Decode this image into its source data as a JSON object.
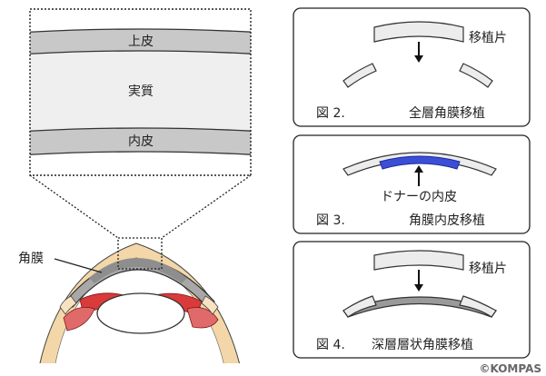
{
  "zoom": {
    "epithelium_label": "上皮",
    "stroma_label": "実質",
    "endothelium_label": "内皮"
  },
  "eye": {
    "cornea_label": "角膜"
  },
  "figures": [
    {
      "number": "図 2.",
      "title": "全層角膜移植",
      "graft_label": "移植片"
    },
    {
      "number": "図 3.",
      "title": "角膜内皮移植",
      "donor_label": "ドナーの内皮"
    },
    {
      "number": "図 4.",
      "title": "深層層状角膜移植",
      "graft_label": "移植片"
    }
  ],
  "copyright": "©KOMPAS",
  "colors": {
    "epithelium_fill": "#c8c8c8",
    "stroma_fill": "#efefef",
    "cornea_gray": "#8e8e8e",
    "sclera_tan": "#f3d7a8",
    "iris_red": "#d93a3a",
    "donor_endothelium_blue": "#3b4fd6"
  }
}
